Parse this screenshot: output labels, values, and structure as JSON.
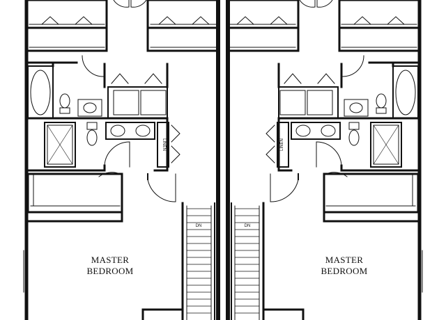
{
  "plan": {
    "units": [
      {
        "id": "left",
        "master_label_line1": "MASTER",
        "master_label_line2": "BEDROOM",
        "linen_label": "LINEN",
        "stair_label": "DN"
      },
      {
        "id": "right",
        "master_label_line1": "MASTER",
        "master_label_line2": "BEDROOM",
        "linen_label": "LINEN",
        "stair_label": "DN"
      }
    ]
  },
  "colors": {
    "wall": "#111111",
    "line": "#222222",
    "background": "#ffffff"
  }
}
